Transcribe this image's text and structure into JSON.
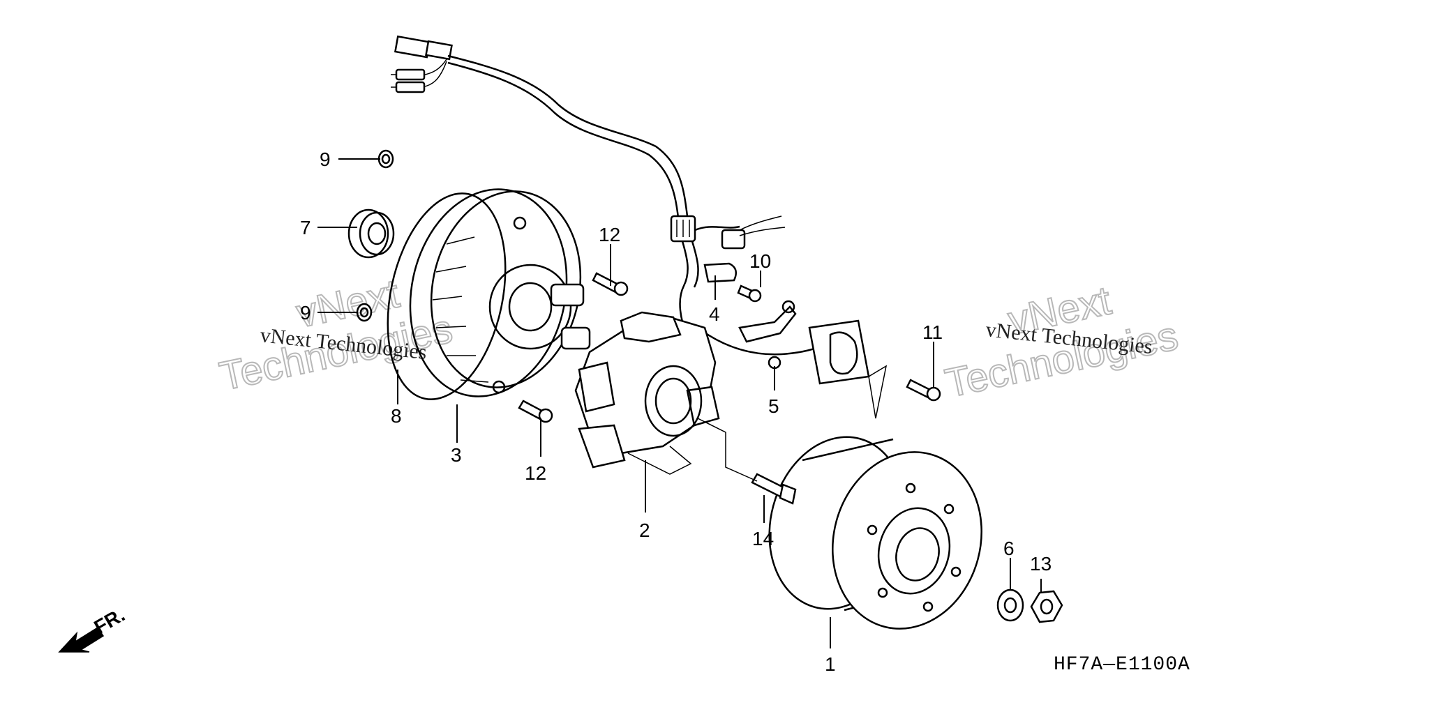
{
  "diagram_code": "HF7A—E1100A",
  "direction_label": "FR.",
  "watermark": {
    "text_small": "vNext Technologies",
    "text_big_line1": "vNext",
    "text_big_line2": "Technologies"
  },
  "callouts": {
    "p1": "1",
    "p2": "2",
    "p3": "3",
    "p4": "4",
    "p5": "5",
    "p6": "6",
    "p7": "7",
    "p8": "8",
    "p9a": "9",
    "p9b": "9",
    "p10": "10",
    "p11": "11",
    "p12a": "12",
    "p12b": "12",
    "p13": "13",
    "p14": "14"
  }
}
